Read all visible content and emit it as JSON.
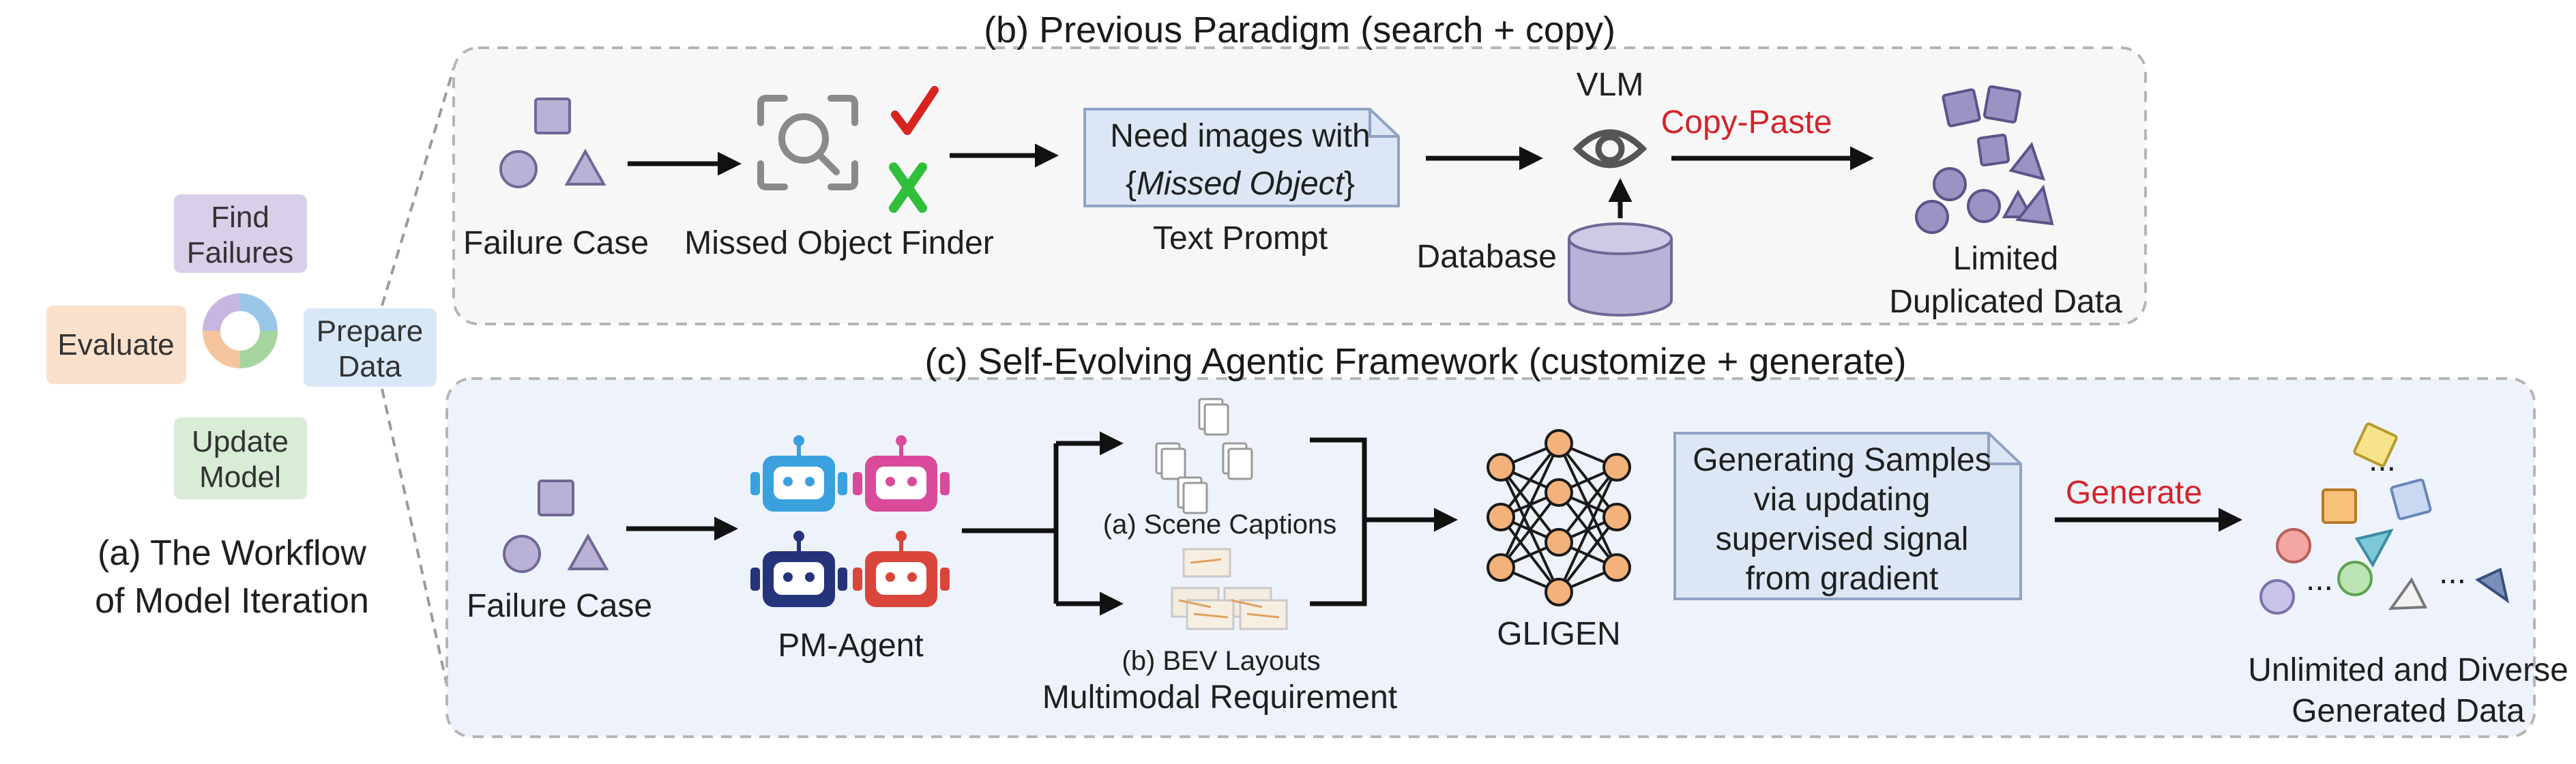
{
  "workflow": {
    "find_failures": [
      "Find",
      "Failures"
    ],
    "evaluate": "Evaluate",
    "prepare_data": [
      "Prepare",
      "Data"
    ],
    "update_model": [
      "Update",
      "Model"
    ],
    "caption": [
      "(a) The Workflow",
      "of Model Iteration"
    ]
  },
  "previous": {
    "title": "(b) Previous Paradigm (search + copy)",
    "failure_case": "Failure Case",
    "finder": "Missed Object Finder",
    "prompt_lines": [
      "Need images with",
      "{",
      "Missed Object",
      "}"
    ],
    "prompt_label": "Text Prompt",
    "vlm": "VLM",
    "database": "Database",
    "copy_paste": "Copy-Paste",
    "result": [
      "Limited",
      "Duplicated Data"
    ]
  },
  "agentic": {
    "title": "(c) Self-Evolving Agentic Framework (customize + generate)",
    "failure_case": "Failure Case",
    "agent": "PM-Agent",
    "scene_captions": "(a) Scene Captions",
    "bev_layouts": "(b) BEV Layouts",
    "requirement": "Multimodal Requirement",
    "gligen": "GLIGEN",
    "note_lines": [
      "Generating Samples",
      "via updating",
      "supervised signal",
      "from gradient"
    ],
    "generate": "Generate",
    "result": [
      "Unlimited and Diverse",
      "Generated Data"
    ],
    "ellipsis": "..."
  },
  "colors": {
    "shape_fill": "#b9b2d6",
    "shape_stroke": "#6f6796",
    "red_text": "#d3232a",
    "green_cross": "#2fbf3a",
    "red_check": "#d9231f",
    "agent_blue": "#3aa0de",
    "agent_pink": "#d94b9a",
    "agent_navy": "#24337a",
    "agent_red": "#d9453a",
    "neuron": "#f3b27a",
    "panel_b_bg": "#f7f7f7",
    "panel_c_bg": "#eef3fb",
    "prompt_bg": "#dde6f4"
  }
}
